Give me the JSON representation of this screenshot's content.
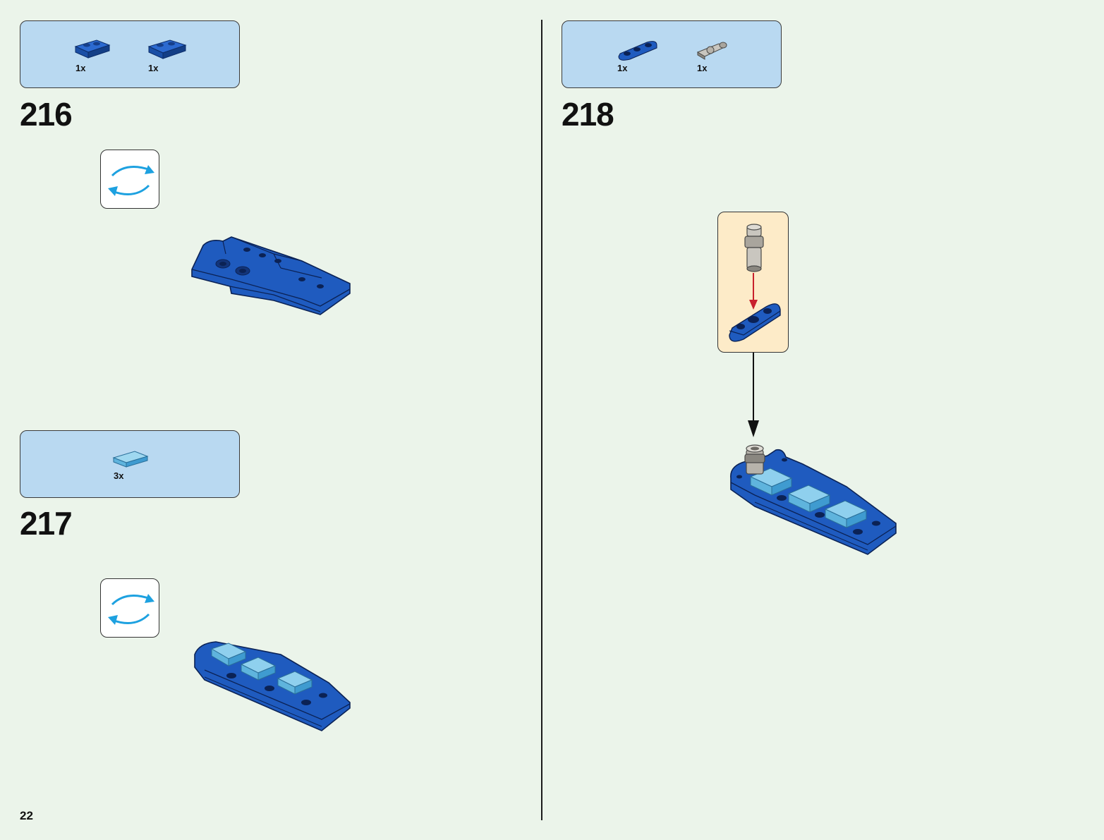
{
  "page": {
    "number": "22"
  },
  "steps": [
    {
      "number": "216",
      "parts": [
        {
          "name": "blue-plate-1x2",
          "qty": "1x"
        },
        {
          "name": "blue-plate-1x2-angled",
          "qty": "1x"
        }
      ],
      "rotate": true
    },
    {
      "number": "217",
      "parts": [
        {
          "name": "trans-light-blue-tile-1x2",
          "qty": "3x"
        }
      ],
      "rotate": true
    },
    {
      "number": "218",
      "parts": [
        {
          "name": "blue-technic-beam-2",
          "qty": "1x"
        },
        {
          "name": "grey-technic-pin",
          "qty": "1x"
        }
      ],
      "rotate": false,
      "callout": true
    }
  ],
  "colors": {
    "background": "#ebf4ea",
    "parts_box": "#b9d9f1",
    "callout_box": "#fdebc8",
    "brick_blue": "#1f5bbf",
    "tile_trans_blue": "#7cc8e8",
    "rotate_arrow": "#1da1e0",
    "insert_arrow": "#c8202c"
  }
}
